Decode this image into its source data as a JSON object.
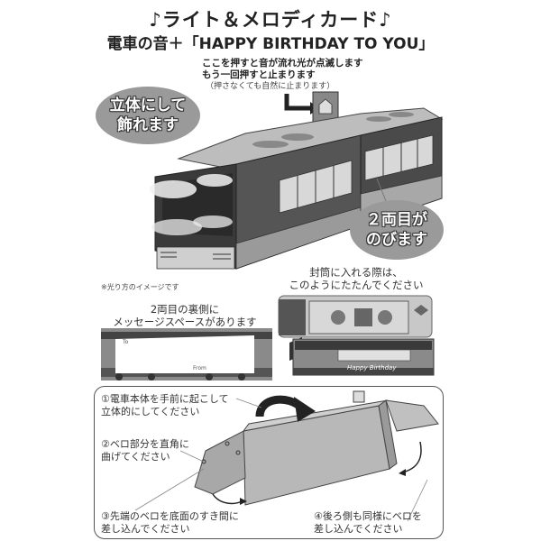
{
  "header": {
    "title": "♪ライト＆メロディカード♪",
    "subtitle": "電車の音＋「HAPPY BIRTHDAY TO YOU」"
  },
  "switch_note": {
    "line1": "ここを押すと音が流れ光が点滅します",
    "line2": "もう一回押すと止まります",
    "line3": "（押さなくても自然に止まります）"
  },
  "bubbles": {
    "standing": {
      "line1": "立体にして",
      "line2": "飾れます"
    },
    "extend": {
      "line1": "２両目が",
      "line2": "のびます"
    }
  },
  "light_note": "※光り方のイメージです",
  "message_space_caption": {
    "line1": "2両目の裏側に",
    "line2": "メッセージスペースがあります"
  },
  "envelope_caption": {
    "line1": "封筒に入れる際は、",
    "line2": "このようにたたんでください"
  },
  "train_labels": {
    "happy_birthday": "Happy Birthday",
    "to": "To",
    "from": "From"
  },
  "instructions": {
    "steps": [
      {
        "line1": "①電車本体を手前に起こして",
        "line2": "立体的にしてください"
      },
      {
        "line1": "②ベロ部分を直角に",
        "line2": "曲げてください"
      },
      {
        "line1": "③先端のベロを底面のすき間に",
        "line2": "差し込んでください"
      },
      {
        "line1": "④後ろ側も同様にベロを",
        "line2": "差し込んでください"
      }
    ]
  },
  "colors": {
    "bubble": "#9a9a9a",
    "border": "#555555",
    "paper_gray": "#b8b8b8",
    "dark": "#2a2a2a"
  }
}
